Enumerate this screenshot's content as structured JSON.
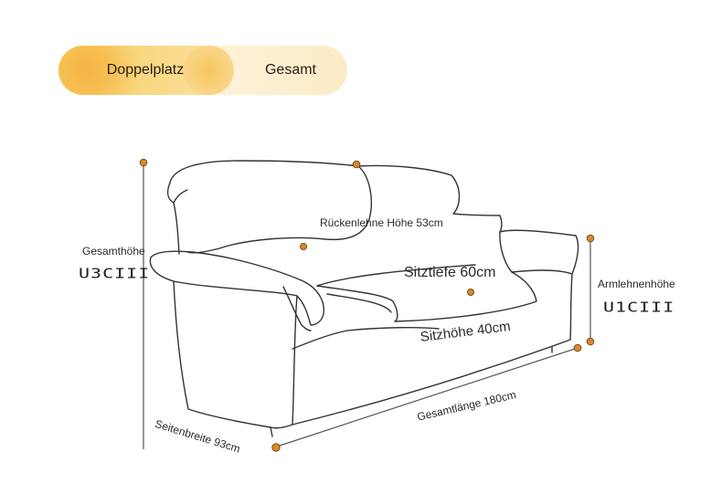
{
  "tabs": [
    {
      "label": "Doppelplatz",
      "active": true
    },
    {
      "label": "Gesamt",
      "active": false
    }
  ],
  "labels": {
    "backrest_height": "Rückenlehne Höhe 53cm",
    "total_height": "Gesamthöhe",
    "total_height_value": "U3CIII",
    "armrest_height": "Armlehnenhöhe",
    "armrest_height_value": "U1CIII",
    "seat_depth": "Sitztiefe 60cm",
    "seat_height": "Sitzhöhe 40cm",
    "side_width": "Seitenbreite 93cm",
    "total_length": "Gesamtlänge 180cm"
  },
  "colors": {
    "accent": "#f4b543",
    "dot": "#d68a2e",
    "outline": "#333333"
  }
}
